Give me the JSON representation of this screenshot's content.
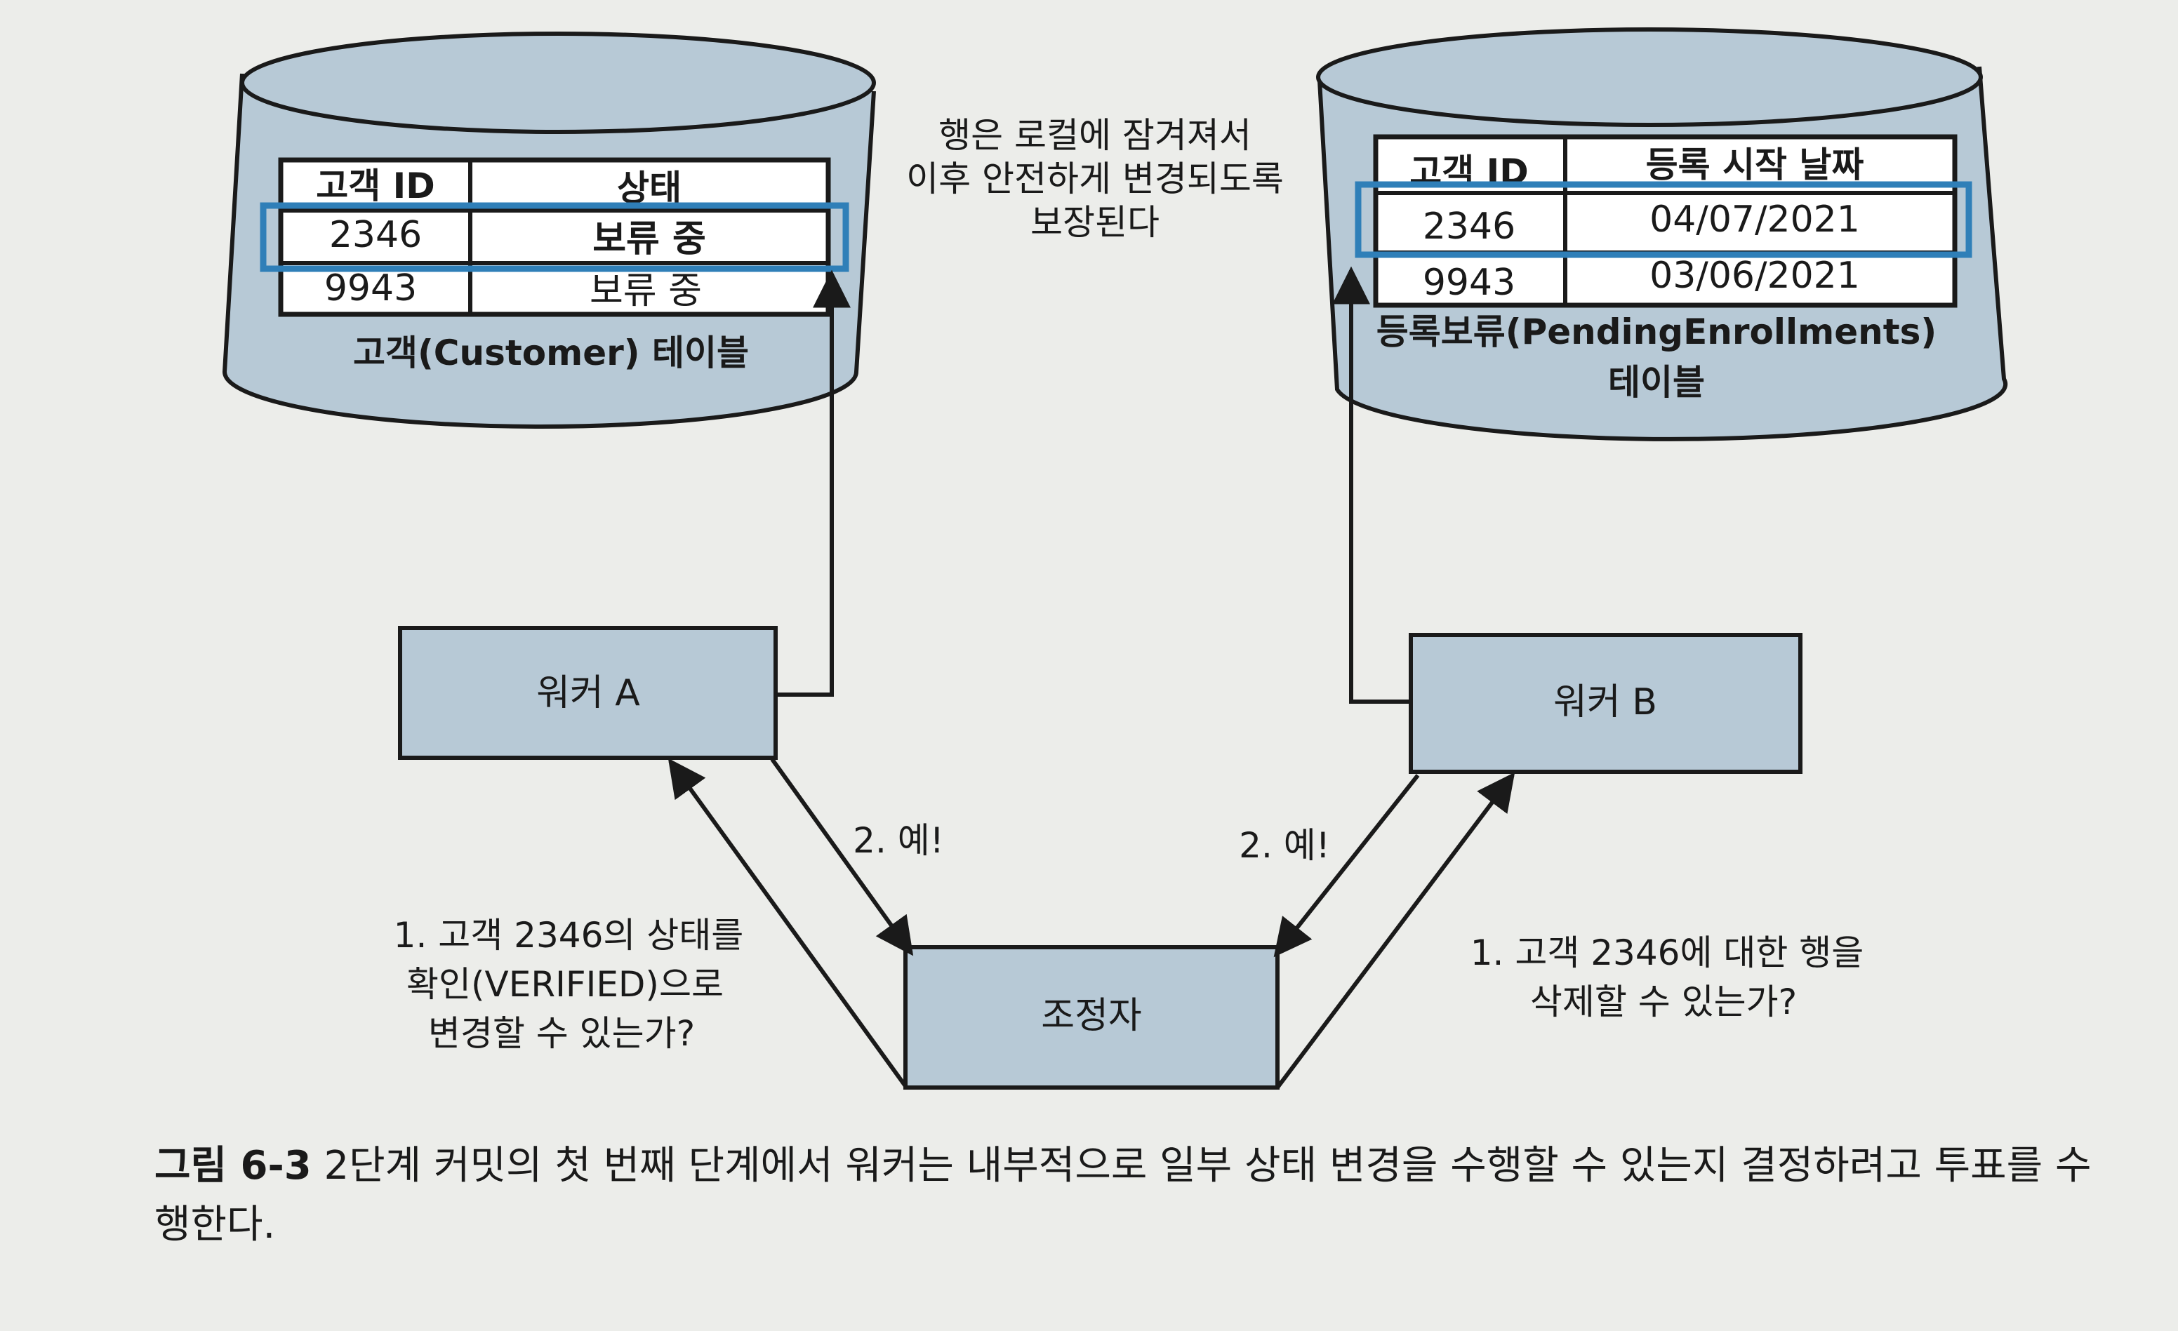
{
  "customer_table": {
    "col_id": "고객 ID",
    "col_status": "상태",
    "rows": [
      {
        "id": "2346",
        "status": "보류 중"
      },
      {
        "id": "9943",
        "status": "보류 중"
      }
    ],
    "caption": "고객(Customer) 테이블"
  },
  "pending_table": {
    "col_id": "고객 ID",
    "col_date": "등록 시작 날짜",
    "rows": [
      {
        "id": "2346",
        "date": "04/07/2021"
      },
      {
        "id": "9943",
        "date": "03/06/2021"
      }
    ],
    "caption_line1": "등록보류(PendingEnrollments)",
    "caption_line2": "테이블"
  },
  "lock_note": {
    "line1": "행은 로컬에 잠겨져서",
    "line2": "이후 안전하게 변경되도록",
    "line3": "보장된다"
  },
  "nodes": {
    "worker_a": "워커 A",
    "worker_b": "워커 B",
    "coordinator": "조정자"
  },
  "edges": {
    "reply_a": "2. 예!",
    "reply_b": "2. 예!",
    "question_a_line1": "1. 고객 2346의 상태를",
    "question_a_line2": "확인(VERIFIED)으로",
    "question_a_line3": "변경할 수 있는가?",
    "question_b_line1": "1. 고객 2346에 대한 행을",
    "question_b_line2": "삭제할 수 있는가?"
  },
  "caption": {
    "figure_label": "그림 6-3",
    "text": " 2단계 커밋의 첫 번째 단계에서 워커는 내부적으로 일부 상태 변경을 수행할 수 있는지 결정하려고 투표를 수행한다."
  },
  "colors": {
    "node_fill": "#b7c9d6",
    "highlight": "#2f7fb8",
    "stroke": "#1a1a1a"
  }
}
